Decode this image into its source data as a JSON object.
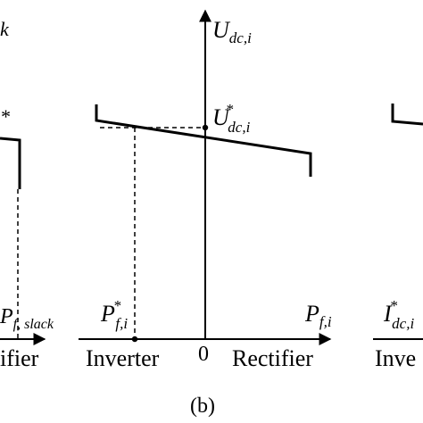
{
  "left_panel": {
    "y_label_fragment": "k",
    "ref_label_fragment": "*",
    "x_label_main": "P",
    "x_label_sub": "f, slack",
    "region_fragment": "ifier"
  },
  "middle_panel": {
    "y_axis_main": "U",
    "y_axis_sub": "dc,i",
    "ref_main": "U",
    "ref_sup": "*",
    "ref_sub": "dc,i",
    "x_axis_main": "P",
    "x_axis_sub": "f,i",
    "x_ref_main": "P",
    "x_ref_sup": "*",
    "x_ref_sub": "f,i",
    "origin": "0",
    "left_region": "Inverter",
    "right_region": "Rectifier",
    "caption": "(b)"
  },
  "right_panel": {
    "x_label_main": "I",
    "x_label_sup": "*",
    "x_label_sub": "dc,i",
    "region_fragment": "Inve"
  },
  "colors": {
    "ink": "#000000",
    "background": "#ffffff"
  }
}
